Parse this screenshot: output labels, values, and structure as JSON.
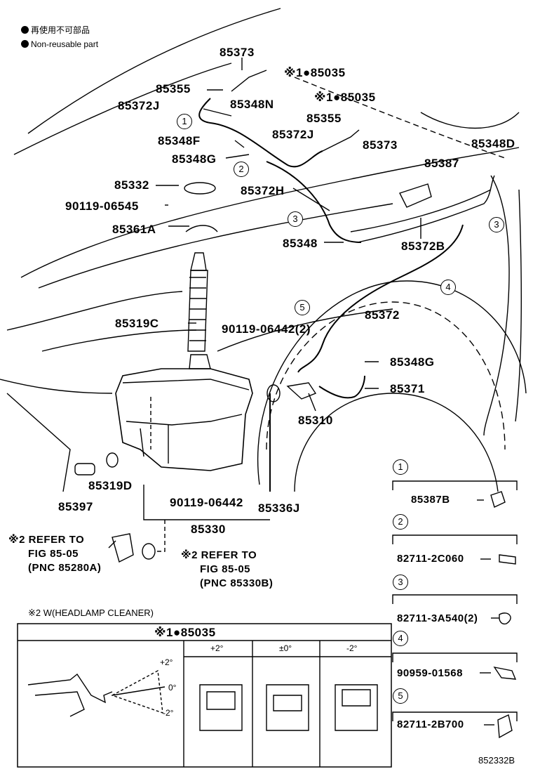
{
  "legend": {
    "jp_note": "再使用不可部品",
    "en_note": "Non-reusable part"
  },
  "parts": {
    "p85373_top": "85373",
    "p85035_a": "※1●85035",
    "p85355_a": "85355",
    "p85035_b": "※1●85035",
    "p85372J_a": "85372J",
    "p85348N": "85348N",
    "p85355_b": "85355",
    "p85348F": "85348F",
    "p85372J_b": "85372J",
    "p85373_b": "85373",
    "p85348D": "85348D",
    "p85348G_a": "85348G",
    "p85387": "85387",
    "p85332": "85332",
    "p85372H": "85372H",
    "p90119_06545": "90119-06545",
    "p85361A": "85361A",
    "p85348": "85348",
    "p85372B": "85372B",
    "p85319C": "85319C",
    "p90119_06442_2": "90119-06442(2)",
    "p85372": "85372",
    "p85348G_b": "85348G",
    "p85371": "85371",
    "p85310": "85310",
    "p85319D": "85319D",
    "p85397": "85397",
    "p90119_06442": "90119-06442",
    "p85336J": "85336J",
    "p85330": "85330"
  },
  "refs": {
    "refer1_l1": "※2 REFER TO",
    "refer1_l2": "FIG 85-05",
    "refer1_l3": "(PNC 85280A)",
    "refer2_l1": "※2 REFER TO",
    "refer2_l2": "FIG 85-05",
    "refer2_l3": "(PNC 85330B)"
  },
  "callouts": [
    "1",
    "2",
    "3",
    "3",
    "4",
    "5"
  ],
  "detail_parts": [
    {
      "num": "1",
      "label": "85387B"
    },
    {
      "num": "2",
      "label": "82711-2C060"
    },
    {
      "num": "3",
      "label": "82711-3A540(2)"
    },
    {
      "num": "4",
      "label": "90959-01568"
    },
    {
      "num": "5",
      "label": "82711-2B700"
    }
  ],
  "nozzle_table": {
    "heading": "※2 W(HEADLAMP CLEANER)",
    "title": "※1●85035",
    "columns": [
      "+2°",
      "±0°",
      "-2°"
    ],
    "angles": [
      "+2°",
      "0°",
      "-2°"
    ]
  },
  "diagram_code": "852332B"
}
